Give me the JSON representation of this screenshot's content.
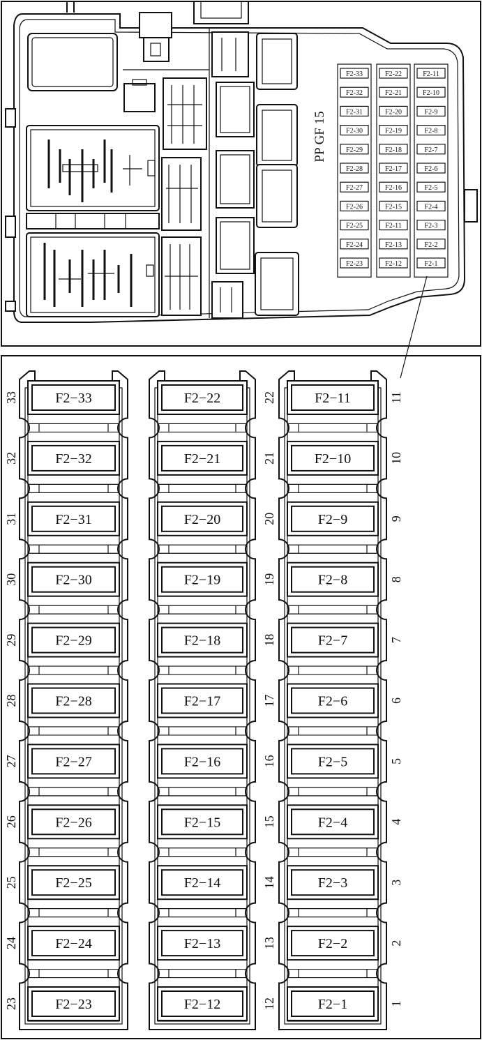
{
  "diagram": {
    "box_label": "PP GF 15",
    "columns": [
      {
        "id": "left",
        "fuses": [
          "F2−33",
          "F2−32",
          "F2−31",
          "F2−30",
          "F2−29",
          "F2−28",
          "F2−27",
          "F2−26",
          "F2−25",
          "F2−24",
          "F2−23"
        ],
        "positions": [
          "33",
          "32",
          "31",
          "30",
          "29",
          "28",
          "27",
          "26",
          "25",
          "24",
          "23"
        ],
        "mini_labels": [
          "F2-33",
          "F2-32",
          "F2-31",
          "F2-30",
          "F2-29",
          "F2-28",
          "F2-27",
          "F2-26",
          "F2-25",
          "F2-24",
          "F2-23"
        ]
      },
      {
        "id": "middle",
        "fuses": [
          "F2−22",
          "F2−21",
          "F2−20",
          "F2−19",
          "F2−18",
          "F2−17",
          "F2−16",
          "F2−15",
          "F2−14",
          "F2−13",
          "F2−12"
        ],
        "positions": [
          "22",
          "21",
          "20",
          "19",
          "18",
          "17",
          "16",
          "15",
          "14",
          "13",
          "12"
        ],
        "mini_labels": [
          "F2-22",
          "F2-21",
          "F2-20",
          "F2-19",
          "F2-18",
          "F2-17",
          "F2-16",
          "F2-15",
          "F2-11",
          "F2-13",
          "F2-12"
        ]
      },
      {
        "id": "right",
        "fuses": [
          "F2−11",
          "F2−10",
          "F2−9",
          "F2−8",
          "F2−7",
          "F2−6",
          "F2−5",
          "F2−4",
          "F2−3",
          "F2−2",
          "F2−1"
        ],
        "positions": [
          "11",
          "10",
          "9",
          "8",
          "7",
          "6",
          "5",
          "4",
          "3",
          "2",
          "1"
        ],
        "mini_labels": [
          "F2-11",
          "F2-10",
          "F2-9",
          "F2-8",
          "F2-7",
          "F2-6",
          "F2-5",
          "F2-4",
          "F2-3",
          "F2-2",
          "F2-1"
        ]
      }
    ]
  }
}
